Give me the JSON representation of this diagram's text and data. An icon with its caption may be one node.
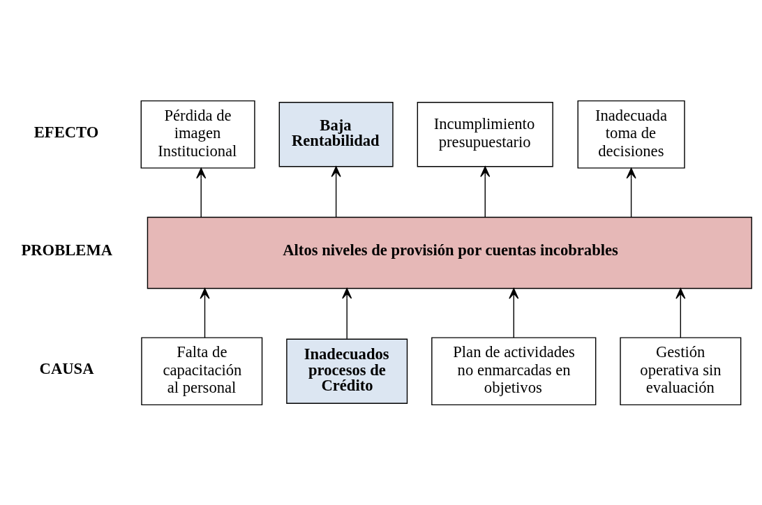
{
  "diagram": {
    "nodes": [
      {
        "text": [
          "Pérdida de imagen Institucional"
        ]
      },
      {
        "text": [
          "Baja Rentabilidad"
        ]
      },
      {
        "text": [
          "Incumplimiento presupuestario"
        ]
      },
      {
        "text": [
          "Inadecuada toma de decisiones"
        ]
      },
      {
        "text": [
          "Altos niveles de provisión por cuentas incobrables"
        ]
      },
      {
        "text": [
          "Falta de capacitación al personal"
        ]
      },
      {
        "text": [
          "Inadecuados procesos de Crédito"
        ]
      },
      {
        "text": [
          "Plan de actividades no enmarcadas en objetivos"
        ]
      },
      {
        "text": [
          "Gestión operativa sin evaluación"
        ]
      }
    ],
    "edges": [
      {
        "from": 4,
        "to": 0,
        "arrow": "to"
      },
      {
        "from": 4,
        "to": 1,
        "arrow": "to"
      },
      {
        "from": 4,
        "to": 2,
        "arrow": "to"
      },
      {
        "from": 4,
        "to": 3,
        "arrow": "to"
      },
      {
        "from": 5,
        "to": 4,
        "arrow": "to"
      },
      {
        "from": 6,
        "to": 4,
        "arrow": "to"
      },
      {
        "from": 7,
        "to": 4,
        "arrow": "to"
      },
      {
        "from": 8,
        "to": 4,
        "arrow": "to"
      }
    ],
    "labels": [
      "EFECTO",
      "PROBLEMA",
      "CAUSA"
    ]
  }
}
